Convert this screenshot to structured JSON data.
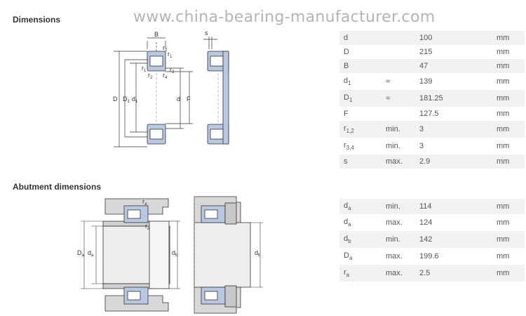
{
  "watermark": "www.china-bearing-manufacturer.com",
  "sections": {
    "dimensions_title": "Dimensions",
    "abutment_title": "Abutment dimensions"
  },
  "diagram_labels": {
    "B": "B",
    "s": "s",
    "D": "D",
    "D1": "D",
    "D1_sub": "1",
    "d1": "d",
    "d1_sub": "1",
    "d": "d",
    "F": "F",
    "r1": "r",
    "r1_sub": "1",
    "r2": "r",
    "r2_sub": "2",
    "r3": "r",
    "r3_sub": "3",
    "r4": "r",
    "r4_sub": "4",
    "Da": "D",
    "Da_sub": "a",
    "da": "d",
    "da_sub": "a",
    "db": "d",
    "db_sub": "b",
    "ra": "r",
    "ra_sub": "a"
  },
  "dimensions": [
    {
      "sym": "d",
      "sub": "",
      "qual": "",
      "val": "100",
      "unit": "mm"
    },
    {
      "sym": "D",
      "sub": "",
      "qual": "",
      "val": "215",
      "unit": "mm"
    },
    {
      "sym": "B",
      "sub": "",
      "qual": "",
      "val": "47",
      "unit": "mm"
    },
    {
      "sym": "d",
      "sub": "1",
      "qual": "≈",
      "val": "139",
      "unit": "mm"
    },
    {
      "sym": "D",
      "sub": "1",
      "qual": "≈",
      "val": "181.25",
      "unit": "mm"
    },
    {
      "sym": "F",
      "sub": "",
      "qual": "",
      "val": "127.5",
      "unit": "mm"
    },
    {
      "sym": "r",
      "sub": "1,2",
      "qual": "min.",
      "val": "3",
      "unit": "mm"
    },
    {
      "sym": "r",
      "sub": "3,4",
      "qual": "min.",
      "val": "3",
      "unit": "mm"
    },
    {
      "sym": "s",
      "sub": "",
      "qual": "max.",
      "val": "2.9",
      "unit": "mm"
    }
  ],
  "abutment": [
    {
      "sym": "d",
      "sub": "a",
      "qual": "min.",
      "val": "114",
      "unit": "mm"
    },
    {
      "sym": "d",
      "sub": "a",
      "qual": "max.",
      "val": "124",
      "unit": "mm"
    },
    {
      "sym": "d",
      "sub": "b",
      "qual": "min.",
      "val": "142",
      "unit": "mm"
    },
    {
      "sym": "D",
      "sub": "a",
      "qual": "max.",
      "val": "199.6",
      "unit": "mm"
    },
    {
      "sym": "r",
      "sub": "a",
      "qual": "max.",
      "val": "2.5",
      "unit": "mm"
    }
  ]
}
